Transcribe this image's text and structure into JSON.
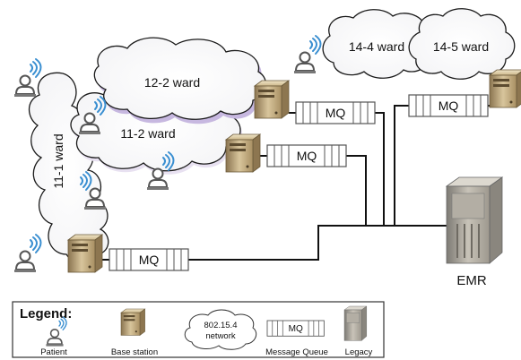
{
  "wards": {
    "w11_1": "11-1 ward",
    "w11_2": "11-2 ward",
    "w12_2": "12-2 ward",
    "w14_4": "14-4 ward",
    "w14_5": "14-5 ward"
  },
  "queue_label": "MQ",
  "emr_label": "EMR",
  "legend": {
    "title": "Legend:",
    "patient": "Patient",
    "base_station": "Base station",
    "network_line1": "802.15.4",
    "network_line2": "network",
    "message_queue": "Message Queue",
    "legacy": "Legacy"
  },
  "colors": {
    "line": "#111111",
    "cloud_stroke": "#1a1a1a",
    "signal": "#3a8fd1",
    "server": "#c9b48a",
    "cloud_shadow": "#b9a9d6"
  }
}
